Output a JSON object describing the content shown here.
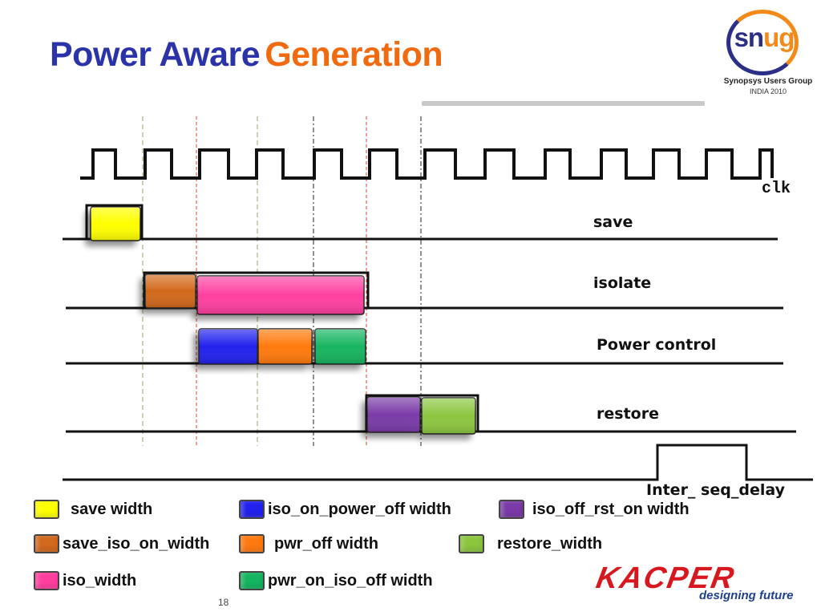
{
  "title": {
    "part1": "Power Aware",
    "part2": "Generation"
  },
  "logo": {
    "word_a": "sn",
    "word_b": "ug",
    "line1": "Synopsys Users Group",
    "line2": "INDIA 2010"
  },
  "signals": {
    "clk": "clk",
    "save": "save",
    "isolate": "isolate",
    "power_control": "Power control",
    "restore": "restore",
    "inter_seq_delay": "Inter_ seq_delay"
  },
  "colors": {
    "save": "#ffff00",
    "save_iso_on": "#d2691e",
    "iso": "#ff3fa0",
    "iso_on_power_off": "#2222ee",
    "pwr_off": "#ff7a10",
    "pwr_on_iso_off": "#14b560",
    "iso_off_rst_on": "#7a3aa8",
    "restore": "#8cc63f"
  },
  "legend": [
    {
      "label": "save width",
      "color": "#ffff00"
    },
    {
      "label": "iso_on_power_off width",
      "color": "#2222ee"
    },
    {
      "label": "iso_off_rst_on width",
      "color": "#7a3aa8"
    },
    {
      "label": "save_iso_on_width",
      "color": "#d2691e"
    },
    {
      "label": "pwr_off width",
      "color": "#ff7a10"
    },
    {
      "label": "restore_width",
      "color": "#8cc63f"
    },
    {
      "label": "iso_width",
      "color": "#ff3fa0"
    },
    {
      "label": "pwr_on_iso_off width",
      "color": "#14b560"
    }
  ],
  "footer": {
    "page": "18",
    "brand": "KACPER",
    "tagline": "designing future"
  }
}
